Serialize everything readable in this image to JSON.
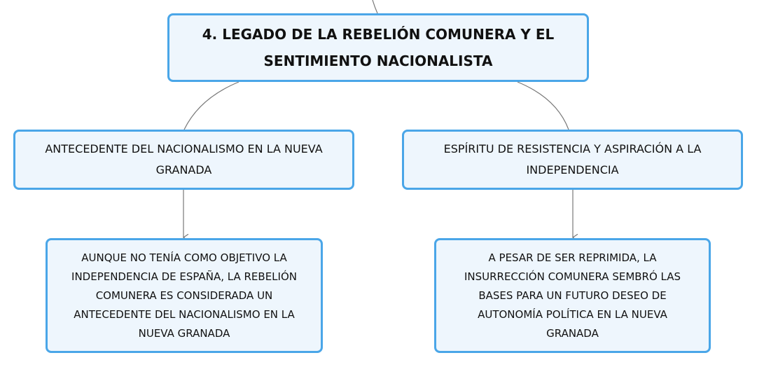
{
  "diagram": {
    "root": {
      "line1": "4. LEGADO DE LA REBELIÓN COMUNERA Y EL",
      "line2": "SENTIMIENTO NACIONALISTA"
    },
    "left_branch": {
      "title": {
        "line1": "ANTECEDENTE DEL NACIONALISMO EN LA NUEVA",
        "line2": "GRANADA"
      },
      "detail": {
        "line1": "AUNQUE NO TENÍA COMO OBJETIVO LA",
        "line2": "INDEPENDENCIA DE ESPAÑA, LA REBELIÓN",
        "line3": "COMUNERA ES CONSIDERADA UN",
        "line4": "ANTECEDENTE DEL NACIONALISMO EN LA",
        "line5": "NUEVA GRANADA"
      }
    },
    "right_branch": {
      "title": {
        "line1": "ESPÍRITU DE RESISTENCIA Y ASPIRACIÓN A LA",
        "line2": "INDEPENDENCIA"
      },
      "detail": {
        "line1": "A PESAR DE SER REPRIMIDA, LA",
        "line2": "INSURRECCIÓN COMUNERA SEMBRÓ LAS",
        "line3": "BASES PARA UN FUTURO DESEO DE",
        "line4": "AUTONOMÍA POLÍTICA EN LA NUEVA",
        "line5": "GRANADA"
      }
    }
  },
  "colors": {
    "node_border": "#4aa6e8",
    "node_fill": "#eef6fd",
    "connector": "#777777",
    "text": "#111111"
  }
}
